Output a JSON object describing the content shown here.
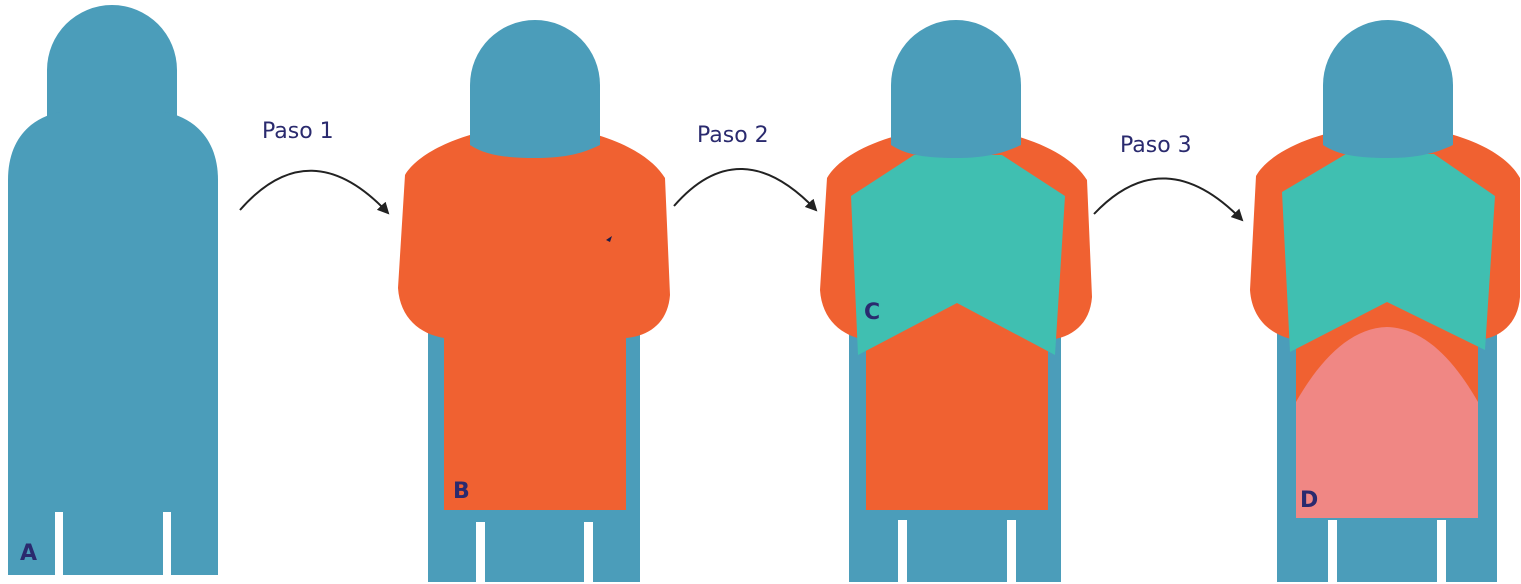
{
  "diagram": {
    "figures": [
      {
        "id": "A",
        "label": "A"
      },
      {
        "id": "B",
        "label": "B"
      },
      {
        "id": "C",
        "label": "C"
      },
      {
        "id": "D",
        "label": "D"
      }
    ],
    "steps": [
      {
        "label": "Paso 1"
      },
      {
        "label": "Paso 2"
      },
      {
        "label": "Paso 3"
      }
    ]
  },
  "colors": {
    "blue": "#4b9dba",
    "orange": "#f06131",
    "teal": "#40bfb1",
    "pink": "#f08784",
    "ink": "#2a2a6e",
    "arrow": "#222222"
  }
}
